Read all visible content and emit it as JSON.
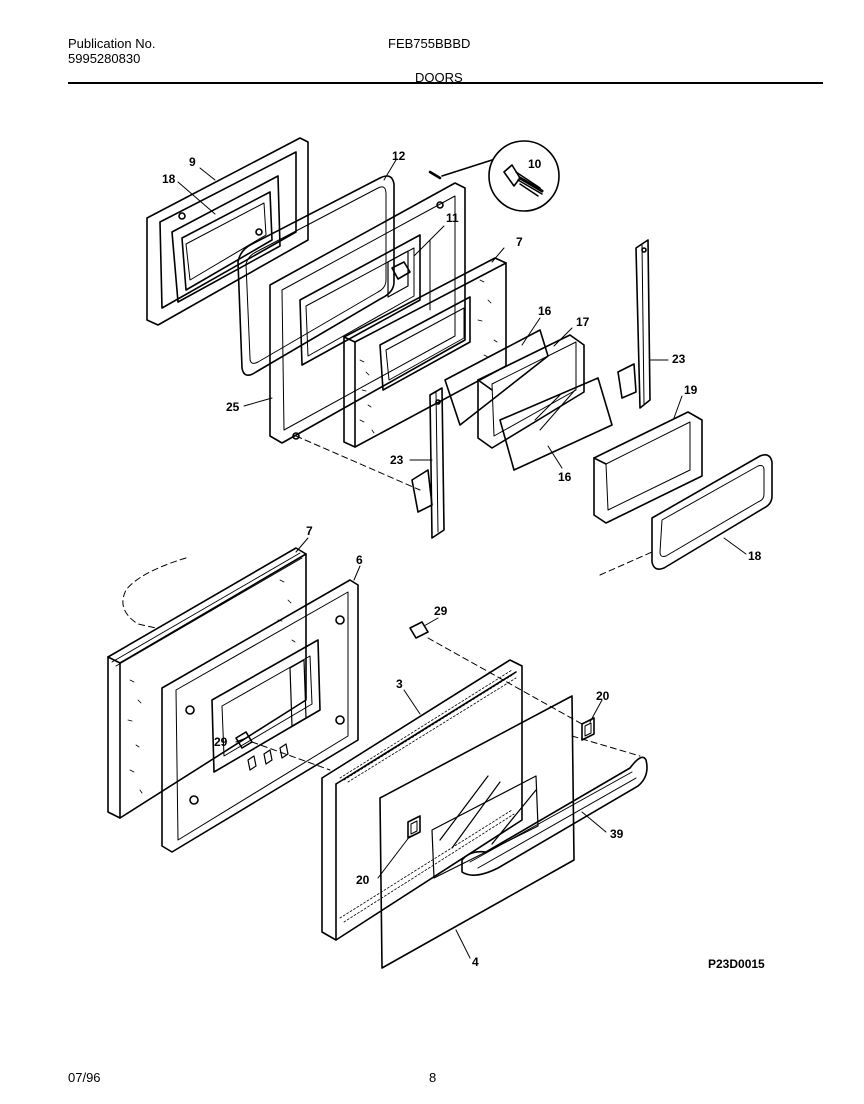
{
  "header": {
    "publication_label": "Publication No.",
    "publication_number": "5995280830",
    "model": "FEB755BBBD",
    "section": "DOORS"
  },
  "diagram": {
    "id": "P23D0015",
    "callouts": {
      "c9": "9",
      "c18a": "18",
      "c12": "12",
      "c10": "10",
      "c11": "11",
      "c7a": "7",
      "c16a": "16",
      "c17": "17",
      "c23a": "23",
      "c25": "25",
      "c23b": "23",
      "c16b": "16",
      "c19": "19",
      "c18b": "18",
      "c7b": "7",
      "c6": "6",
      "c29a": "29",
      "c3": "3",
      "c20a": "20",
      "c29b": "29",
      "c20b": "20",
      "c39": "39",
      "c4": "4"
    }
  },
  "footer": {
    "date": "07/96",
    "page": "8"
  }
}
